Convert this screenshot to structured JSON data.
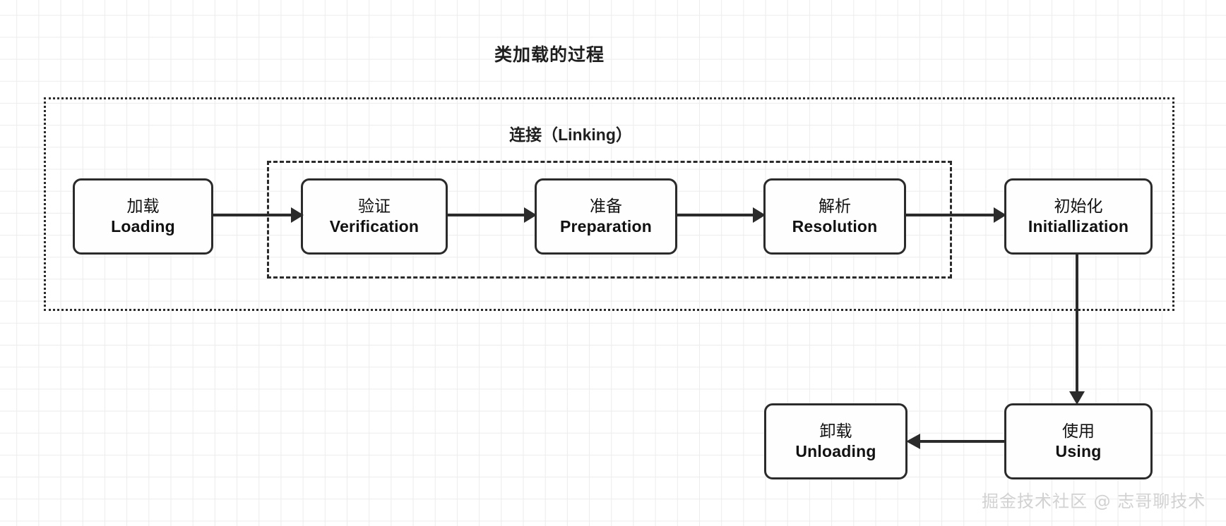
{
  "diagram": {
    "title": "类加载的过程",
    "watermark": "掘金技术社区 @ 志哥聊技术",
    "colors": {
      "border": "#2b2b2b",
      "text": "#111111",
      "grid": "#ececec",
      "background": "#ffffff",
      "watermark": "#d2d2d2"
    },
    "groups": [
      {
        "id": "class-loading-group",
        "label": "",
        "border_style": "dotted"
      },
      {
        "id": "linking-group",
        "label": "连接（Linking）",
        "border_style": "dashed"
      }
    ],
    "nodes": [
      {
        "id": "loading",
        "cn": "加载",
        "en": "Loading"
      },
      {
        "id": "verification",
        "cn": "验证",
        "en": "Verification"
      },
      {
        "id": "preparation",
        "cn": "准备",
        "en": "Preparation"
      },
      {
        "id": "resolution",
        "cn": "解析",
        "en": "Resolution"
      },
      {
        "id": "initialization",
        "cn": "初始化",
        "en": "Initiallization"
      },
      {
        "id": "unloading",
        "cn": "卸载",
        "en": "Unloading"
      },
      {
        "id": "using",
        "cn": "使用",
        "en": "Using"
      }
    ],
    "edges": [
      {
        "from": "loading",
        "to": "verification",
        "direction": "right"
      },
      {
        "from": "verification",
        "to": "preparation",
        "direction": "right"
      },
      {
        "from": "preparation",
        "to": "resolution",
        "direction": "right"
      },
      {
        "from": "resolution",
        "to": "initialization",
        "direction": "right"
      },
      {
        "from": "initialization",
        "to": "using",
        "direction": "down"
      },
      {
        "from": "using",
        "to": "unloading",
        "direction": "left"
      }
    ]
  }
}
